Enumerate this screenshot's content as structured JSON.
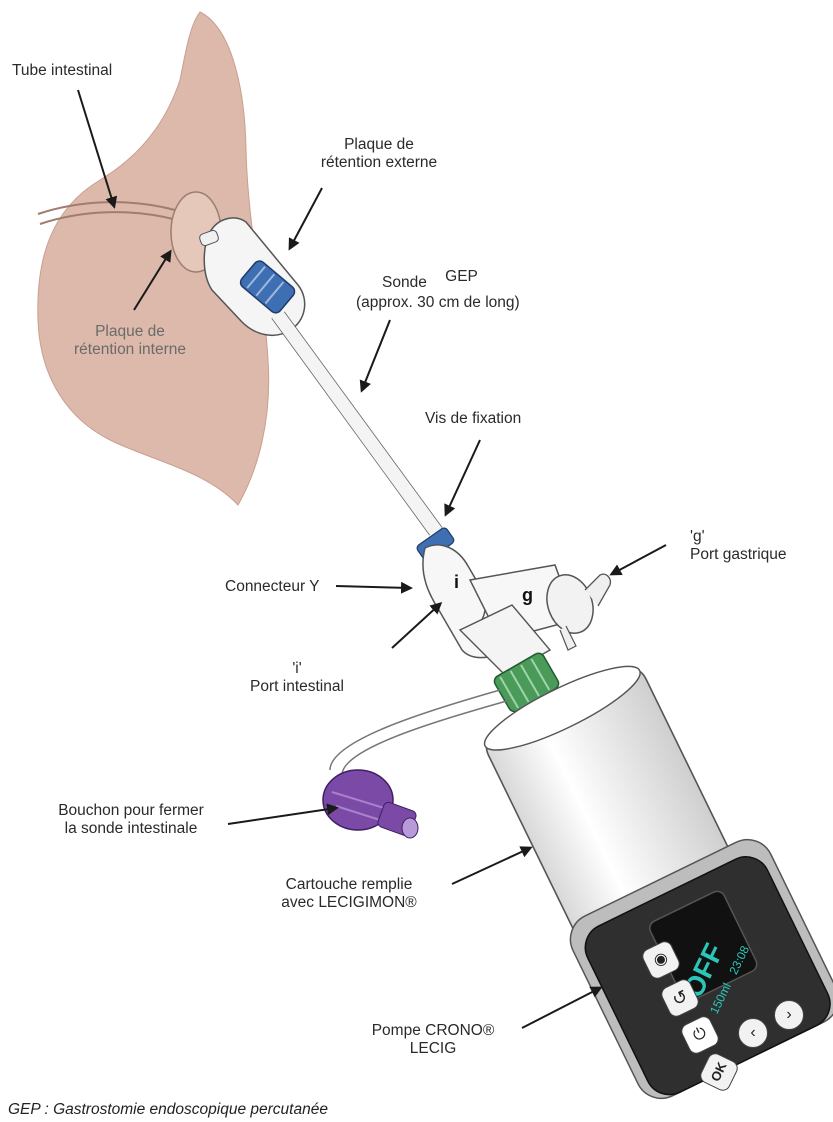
{
  "labels": {
    "tube_intestinal": "Tube intestinal",
    "plaque_externe_1": "Plaque de",
    "plaque_externe_2": "rétention externe",
    "sonde_1a": "Sonde",
    "sonde_1b": "GEP",
    "sonde_2": "(approx. 30 cm de long)",
    "plaque_interne_1": "Plaque de",
    "plaque_interne_2": "rétention interne",
    "vis_fixation": "Vis de fixation",
    "port_g_1": "'g'",
    "port_g_2": "Port gastrique",
    "connecteur_y": "Connecteur Y",
    "port_i_1": "'i'",
    "port_i_2": "Port intestinal",
    "bouchon_1": "Bouchon pour fermer",
    "bouchon_2": "la sonde intestinale",
    "cartouche_1": "Cartouche remplie",
    "cartouche_2": "avec LECIGIMON®",
    "pompe_1": "Pompe CRONO®",
    "pompe_2": "LECIG"
  },
  "device": {
    "connector_i": "i",
    "connector_g": "g",
    "screen_main": "OFF",
    "screen_volume": "150ml",
    "screen_time": "23:08",
    "btn_ok": "OK"
  },
  "footnote": "GEP : Gastrostomie endoscopique percutanée",
  "colors": {
    "skin": "#dcb9aa",
    "skin_edge": "#c99f8f",
    "blue_clamp": "#3e6fb3",
    "green_cap": "#4a9a5a",
    "purple_cap": "#7b4aa6",
    "pump_body": "#333333",
    "screen_text": "#29c7b8"
  }
}
